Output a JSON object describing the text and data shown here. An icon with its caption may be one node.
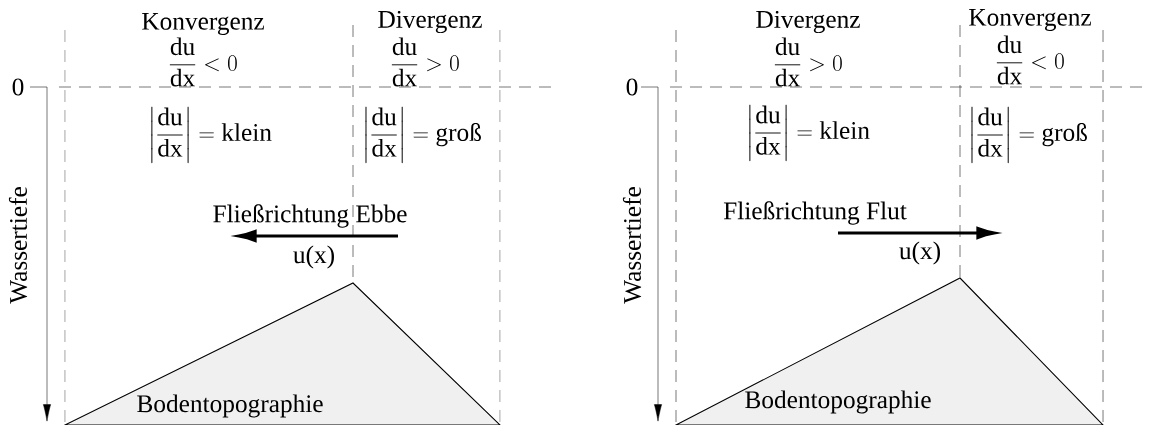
{
  "diagram": {
    "nodes": [
      {
        "text": [
          "Bodentopographie"
        ]
      },
      {
        "text": [
          "Bodentopographie"
        ]
      }
    ],
    "labels": [
      "Konvergenz",
      "Divergenz",
      "\\frac{\\mathrm{du}}{\\mathrm{dx}} < 0",
      "\\frac{\\mathrm{du}}{\\mathrm{dx}} > 0",
      "0",
      "\\left|\\frac{\\mathrm{du}}{\\mathrm{dx}}\\right| = \\text{klein}",
      "\\left|\\frac{\\mathrm{du}}{\\mathrm{dx}}\\right| = \\text{groß}",
      "Fließrichtung Ebbe",
      "u(x)",
      "Wassertiefe",
      "Divergenz",
      "Konvergenz",
      "\\frac{\\mathrm{du}}{\\mathrm{dx}} > 0",
      "\\frac{\\mathrm{du}}{\\mathrm{dx}} < 0",
      "0",
      "\\left|\\frac{\\mathrm{du}}{\\mathrm{dx}}\\right| = \\text{klein}",
      "\\left|\\frac{\\mathrm{du}}{\\mathrm{dx}}\\right| = \\text{groß}",
      "Fließrichtung Flut",
      "u(x)",
      "Wassertiefe"
    ]
  }
}
